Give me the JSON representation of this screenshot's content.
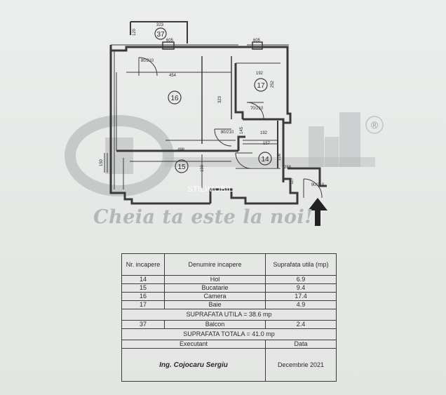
{
  "plan": {
    "rooms": [
      {
        "number": "37",
        "name": "Balcon"
      },
      {
        "number": "16",
        "name": "Camera"
      },
      {
        "number": "17",
        "name": "Baie"
      },
      {
        "number": "15",
        "name": "Bucatarie"
      },
      {
        "number": "14",
        "name": "Hol"
      }
    ],
    "dimensions": {
      "balcony_width": "323",
      "balcony_depth": "120",
      "room16_width": "454",
      "room16_depth": "323",
      "room17_width": "192",
      "room17_depth": "252",
      "hall_w1": "192",
      "hall_w2": "157",
      "hall_d": "108",
      "hall_w3": "288",
      "hall_d2": "117",
      "room15_width": "498",
      "room15_depth": "190",
      "win_left": "150",
      "door_top_left": "80/210",
      "door_top": "605",
      "door_top_right": "605",
      "door_mid": "80/210",
      "door_bath": "70/210",
      "door_entry": "90/210",
      "small_145": "145"
    },
    "colors": {
      "wall": "#3a3a3a",
      "paper": "#eceeed",
      "watermark": "#b7babb",
      "text": "#2a2a2a"
    }
  },
  "watermark": {
    "brand": "STILIMOBIL",
    "slogan": "Cheia ta este la noi!",
    "registered": "®",
    "logo_icon": "key-building-logo"
  },
  "table": {
    "headers": [
      "Nr. incapere",
      "Denumire incapere",
      "Suprafata utila (mp)"
    ],
    "rows": [
      {
        "nr": "14",
        "name": "Hol",
        "area": "6.9"
      },
      {
        "nr": "15",
        "name": "Bucatarie",
        "area": "9.4"
      },
      {
        "nr": "16",
        "name": "Camera",
        "area": "17.4"
      },
      {
        "nr": "17",
        "name": "Baie",
        "area": "4.9"
      }
    ],
    "sum_useful": "SUPRAFATA UTILA = 38.6 mp",
    "balcony_row": {
      "nr": "37",
      "name": "Balcon",
      "area": "2.4"
    },
    "sum_total": "SUPRAFATA TOTALA = 41.0 mp",
    "executant_label": "Executant",
    "date_label": "Data",
    "engineer": "Ing. Cojocaru Sergiu",
    "date": "Decembrie 2021"
  }
}
